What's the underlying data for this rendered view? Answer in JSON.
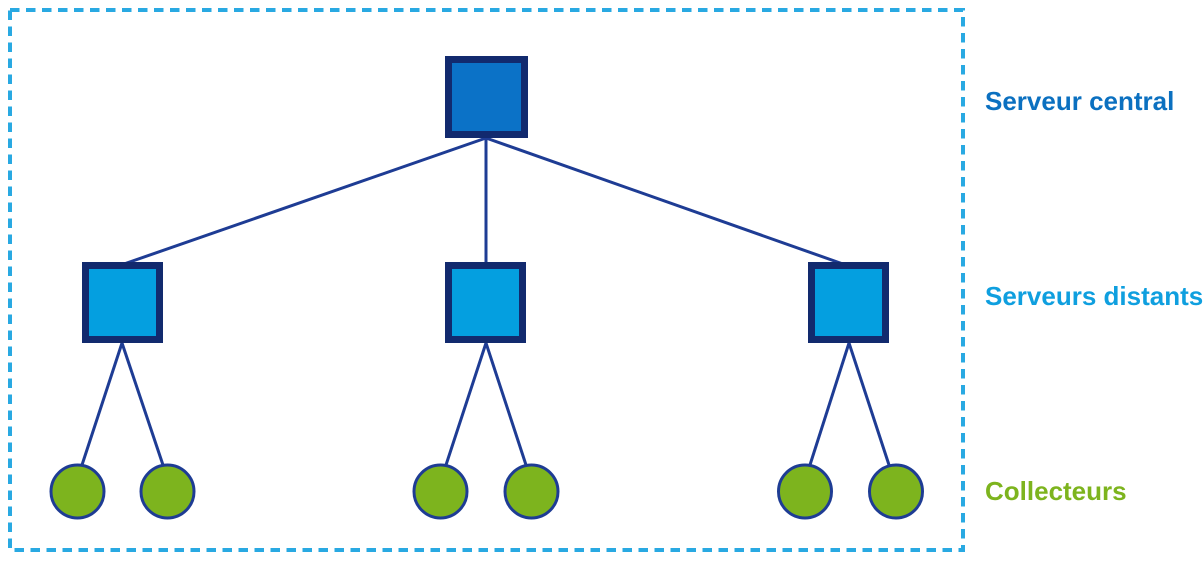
{
  "diagram": {
    "labels": {
      "central": "Serveur central",
      "remote": "Serveurs distants",
      "collectors": "Collecteurs"
    },
    "colors": {
      "central_node_fill": "#0b72c7",
      "remote_node_fill": "#049fe0",
      "collector_node_fill": "#7db41e",
      "node_stroke": "#122a6e",
      "collector_stroke": "#1e3c94",
      "edge": "#1e3c94",
      "dashed_border": "#29a9e2",
      "central_label_color": "#0b70c0",
      "remote_label_color": "#0f9fdf",
      "collector_label_color": "#7db41e"
    },
    "structure": {
      "central_servers": 1,
      "remote_servers": 3,
      "collectors_per_remote": 2,
      "collectors_total": 6
    }
  }
}
